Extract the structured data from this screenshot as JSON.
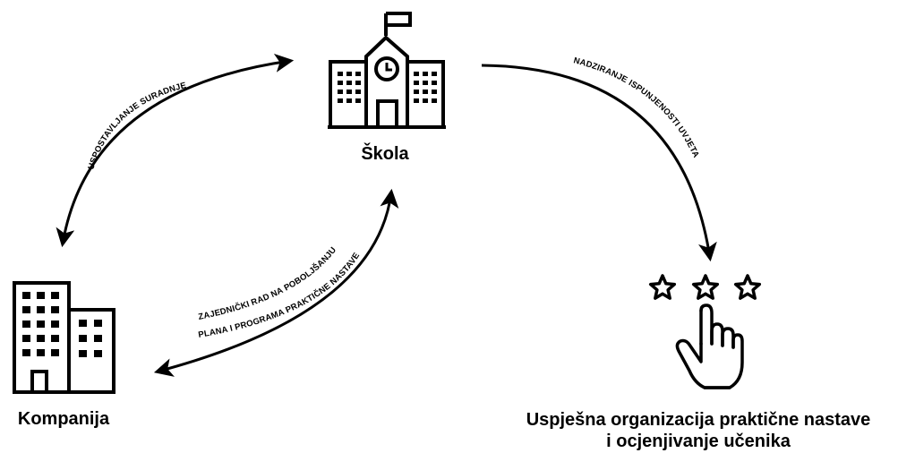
{
  "nodes": {
    "school": {
      "label": "Škola",
      "icon": "school-building-icon"
    },
    "company": {
      "label": "Kompanija",
      "icon": "office-buildings-icon"
    },
    "outcome": {
      "label_line1": "Uspješna organizacija praktične nastave",
      "label_line2": "i ocjenjivanje učenika",
      "icon": "hand-tapping-three-stars-icon"
    }
  },
  "edges": {
    "school_company": "USPOSTAVLJANJE SURADNJE",
    "company_school_line1": "ZAJEDNIČKI RAD NA POBOLJŠANJU",
    "company_school_line2": "PLANA I PROGRAMA PRAKTIČNE NASTAVE",
    "school_outcome": "NADZIRANJE ISPUNJENOSTI UVJETA"
  },
  "colors": {
    "ink": "#000000",
    "background": "#ffffff"
  }
}
